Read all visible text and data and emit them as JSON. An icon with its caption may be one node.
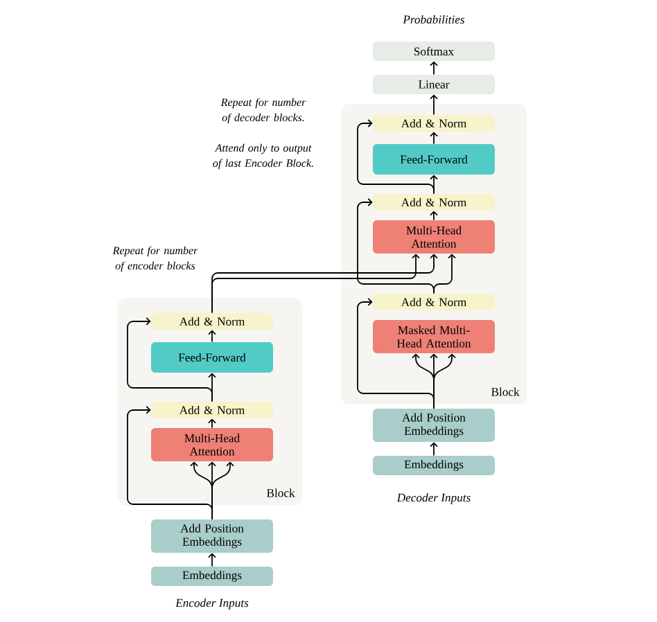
{
  "diagram": {
    "nodes": [
      {
        "text": [
          "Block"
        ]
      },
      {
        "text": [
          "Add & Norm"
        ],
        "in": 0
      },
      {
        "text": [
          "Feed-Forward"
        ],
        "in": 0
      },
      {
        "text": [
          "Add & Norm"
        ],
        "in": 0
      },
      {
        "text": [
          "Multi-Head Attention"
        ],
        "in": 0
      },
      {
        "text": [
          "Add Position Embeddings"
        ]
      },
      {
        "text": [
          "Embeddings"
        ],
        "beside": [
          "Encoder Inputs"
        ]
      },
      {
        "text": [
          "Block"
        ]
      },
      {
        "text": [
          "Add & Norm"
        ],
        "in": 7
      },
      {
        "text": [
          "Feed-Forward"
        ],
        "in": 7
      },
      {
        "text": [
          "Add & Norm"
        ],
        "in": 7
      },
      {
        "text": [
          "Multi-Head Attention"
        ],
        "in": 7
      },
      {
        "text": [
          "Add & Norm"
        ],
        "in": 7
      },
      {
        "text": [
          "Masked Multi-Head Attention"
        ],
        "in": 7
      },
      {
        "text": [
          "Add Position Embeddings"
        ]
      },
      {
        "text": [
          "Embeddings"
        ],
        "beside": [
          "Decoder Inputs"
        ]
      },
      {
        "text": [
          "Linear"
        ]
      },
      {
        "text": [
          "Softmax"
        ],
        "beside": [
          "Probabilities"
        ]
      }
    ],
    "edges": [
      {
        "from": 6,
        "to": 5,
        "arrow": "to"
      },
      {
        "from": 5,
        "to": 4,
        "arrow": "to"
      },
      {
        "from": 5,
        "to": 4,
        "arrow": "to"
      },
      {
        "from": 5,
        "to": 4,
        "arrow": "to"
      },
      {
        "from": 5,
        "to": 3,
        "arrow": "to"
      },
      {
        "from": 4,
        "to": 3,
        "arrow": "to"
      },
      {
        "from": 3,
        "to": 2,
        "arrow": "to"
      },
      {
        "from": 3,
        "to": 1,
        "arrow": "to"
      },
      {
        "from": 2,
        "to": 1,
        "arrow": "to"
      },
      {
        "from": 1,
        "to": 11,
        "arrow": "to"
      },
      {
        "from": 1,
        "to": 11,
        "arrow": "to"
      },
      {
        "from": 12,
        "to": 11,
        "arrow": "to"
      },
      {
        "from": 12,
        "to": 10,
        "arrow": "to"
      },
      {
        "from": 11,
        "to": 10,
        "arrow": "to"
      },
      {
        "from": 10,
        "to": 9,
        "arrow": "to"
      },
      {
        "from": 10,
        "to": 8,
        "arrow": "to"
      },
      {
        "from": 9,
        "to": 8,
        "arrow": "to"
      },
      {
        "from": 8,
        "to": 16,
        "arrow": "to"
      },
      {
        "from": 16,
        "to": 17,
        "arrow": "to"
      },
      {
        "from": 15,
        "to": 14,
        "arrow": "to"
      },
      {
        "from": 14,
        "to": 13,
        "arrow": "to"
      },
      {
        "from": 14,
        "to": 13,
        "arrow": "to"
      },
      {
        "from": 14,
        "to": 13,
        "arrow": "to"
      },
      {
        "from": 14,
        "to": 12,
        "arrow": "to"
      }
    ],
    "labels": [
      "Repeat for number of decoder blocks.",
      "Attend only to output of last Encoder Block.",
      "Repeat for number of encoder blocks"
    ]
  }
}
